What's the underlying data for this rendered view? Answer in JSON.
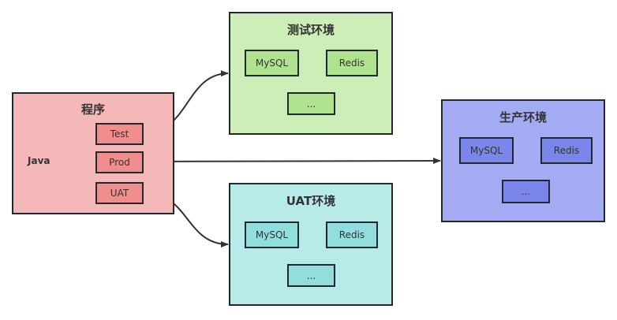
{
  "program": {
    "title": "程序",
    "language": "Java",
    "fill": "#f4b8b8",
    "item_fill": "#f08e8e",
    "items": [
      "Test",
      "Prod",
      "UAT"
    ]
  },
  "environments": {
    "test": {
      "title": "测试环境",
      "fill": "#cdeeb6",
      "item_fill": "#b0e38f",
      "items": [
        "MySQL",
        "Redis",
        "..."
      ]
    },
    "uat": {
      "title": "UAT环境",
      "fill": "#b7ebea",
      "item_fill": "#92dedd",
      "items": [
        "MySQL",
        "Redis",
        "..."
      ]
    },
    "prod": {
      "title": "生产环境",
      "fill": "#a3acf2",
      "item_fill": "#7b86ea",
      "items": [
        "MySQL",
        "Redis",
        "..."
      ]
    }
  },
  "connections": [
    {
      "from": "Test",
      "to": "测试环境"
    },
    {
      "from": "Prod",
      "to": "生产环境"
    },
    {
      "from": "UAT",
      "to": "UAT环境"
    }
  ]
}
